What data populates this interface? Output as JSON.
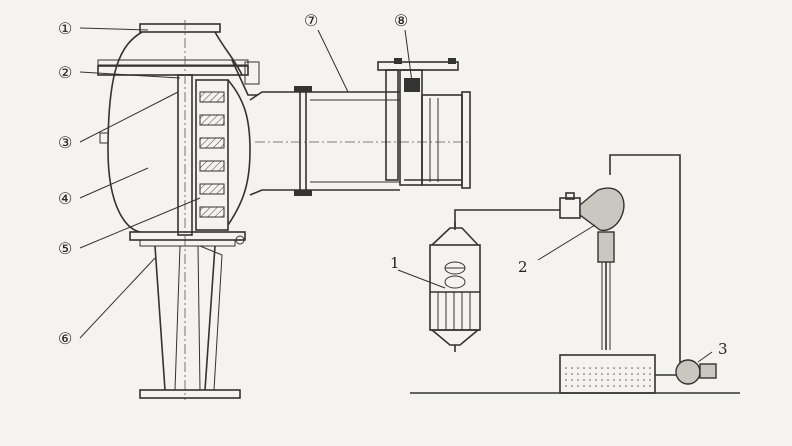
{
  "callouts_left": [
    {
      "id": "c1",
      "text": "①"
    },
    {
      "id": "c2",
      "text": "②"
    },
    {
      "id": "c3",
      "text": "③"
    },
    {
      "id": "c4",
      "text": "④"
    },
    {
      "id": "c5",
      "text": "⑤"
    },
    {
      "id": "c6",
      "text": "⑥"
    },
    {
      "id": "c7",
      "text": "⑦"
    },
    {
      "id": "c8",
      "text": "⑧"
    }
  ],
  "labels_right": [
    {
      "id": "r1",
      "text": "1"
    },
    {
      "id": "r2",
      "text": "2"
    },
    {
      "id": "r3",
      "text": "3"
    }
  ]
}
